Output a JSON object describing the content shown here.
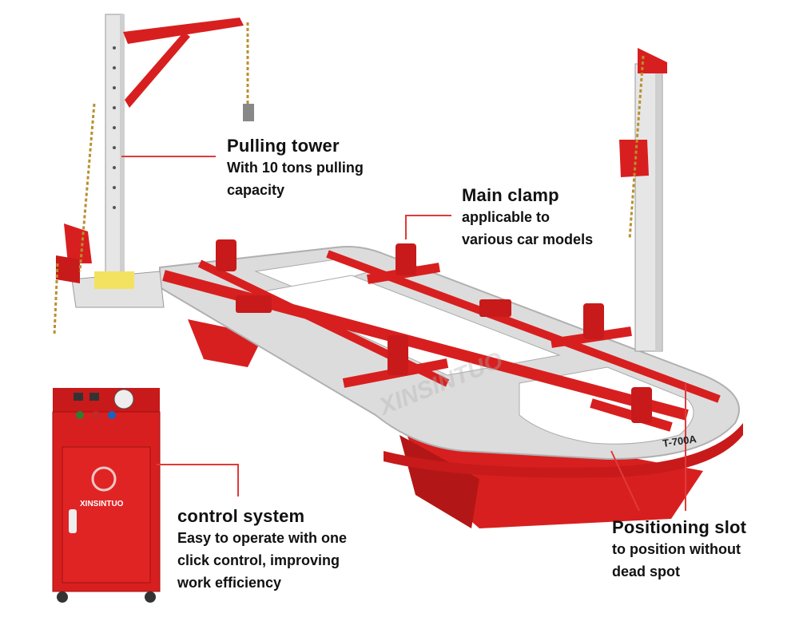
{
  "callouts": {
    "pulling_tower": {
      "title": "Pulling tower",
      "lines": [
        "With 10 tons pulling",
        "capacity"
      ]
    },
    "main_clamp": {
      "title": "Main clamp",
      "lines": [
        "applicable to",
        "various car models"
      ]
    },
    "control_system": {
      "title": "control system",
      "lines": [
        "Easy to operate with one",
        "click control, improving",
        "work efficiency"
      ]
    },
    "positioning_slot": {
      "title": "Positioning slot",
      "lines": [
        "to position without",
        "dead spot"
      ]
    }
  },
  "product": {
    "brand_watermark": "XINSINTUO",
    "model_mark": "T-700A"
  },
  "colors": {
    "frame_red": "#d81f1f",
    "deck_silver": "#d9d9d9",
    "callout_line": "#e03a3a"
  }
}
